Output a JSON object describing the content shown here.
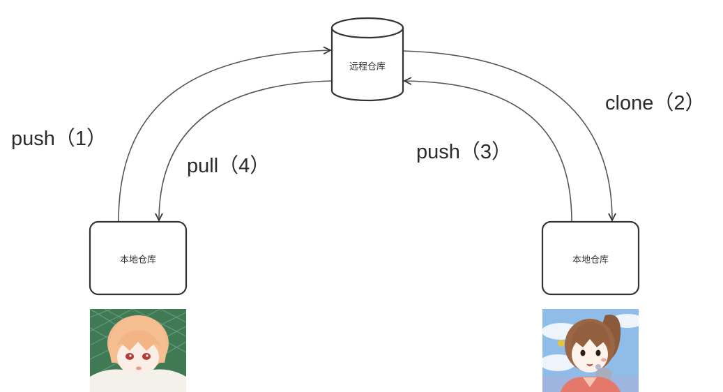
{
  "diagram": {
    "type": "git-workflow",
    "nodes": {
      "remote_repo": {
        "label": "远程仓库",
        "shape": "cylinder"
      },
      "local_repo_left": {
        "label": "本地仓库",
        "shape": "rounded-rectangle"
      },
      "local_repo_right": {
        "label": "本地仓库",
        "shape": "rounded-rectangle"
      }
    },
    "edges": [
      {
        "id": "push1",
        "label": "push（1）",
        "from": "local_repo_left",
        "to": "remote_repo"
      },
      {
        "id": "clone2",
        "label": "clone（2）",
        "from": "remote_repo",
        "to": "local_repo_right"
      },
      {
        "id": "push3",
        "label": "push（3）",
        "from": "local_repo_right",
        "to": "remote_repo"
      },
      {
        "id": "pull4",
        "label": "pull（4）",
        "from": "remote_repo",
        "to": "local_repo_left"
      }
    ],
    "avatars": {
      "left": {
        "description": "anime boy with orange hair, green chain-link fence background"
      },
      "right": {
        "description": "anime girl with brown ponytail holding a small gray mouse, blue sky background"
      }
    },
    "colors": {
      "stroke": "#333333",
      "edge": "#555555",
      "text": "#2b2b2b",
      "background": "#ffffff"
    }
  }
}
